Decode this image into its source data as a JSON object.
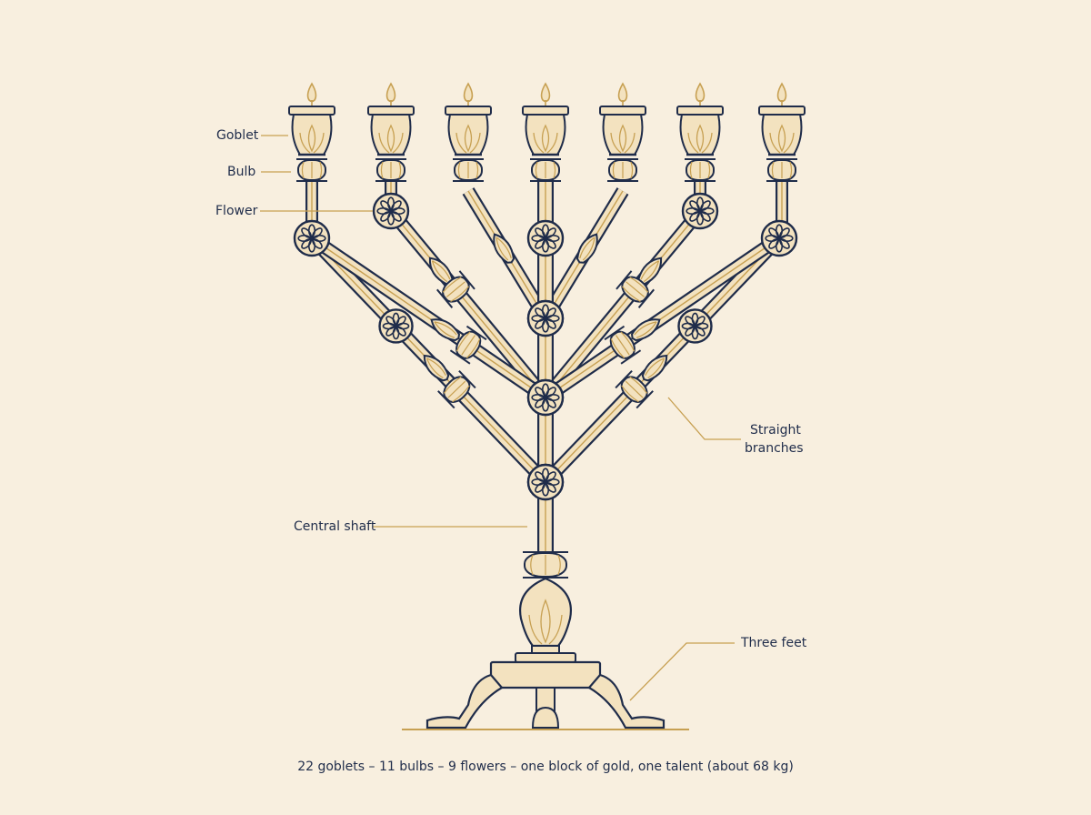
{
  "labels": {
    "goblet": "Goblet",
    "bulb": "Bulb",
    "flower": "Flower",
    "straight_branches_line1": "Straight",
    "straight_branches_line2": "branches",
    "central_shaft": "Central shaft",
    "three_feet": "Three feet"
  },
  "caption": "22 goblets – 11 bulbs – 9 flowers – one block of gold, one talent (about 68 kg)",
  "colors": {
    "background": "#f8efdf",
    "outline": "#1f2c4a",
    "gold": "#c7a052",
    "fill": "#f3e2bf"
  }
}
